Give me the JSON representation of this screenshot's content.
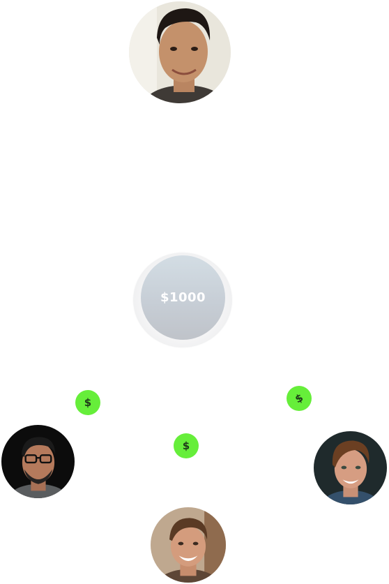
{
  "amount": {
    "label": "$1000"
  },
  "coins": [
    {
      "symbol": "$"
    },
    {
      "symbol": "$"
    },
    {
      "symbol": "$"
    }
  ],
  "colors": {
    "coin": "#66ee3a",
    "amount_inner": "#c7ced6",
    "background": "#ffffff"
  },
  "avatars": [
    {
      "name_icon": "person-avatar-top"
    },
    {
      "name_icon": "person-avatar-left"
    },
    {
      "name_icon": "person-avatar-right"
    },
    {
      "name_icon": "person-avatar-bottom"
    }
  ]
}
